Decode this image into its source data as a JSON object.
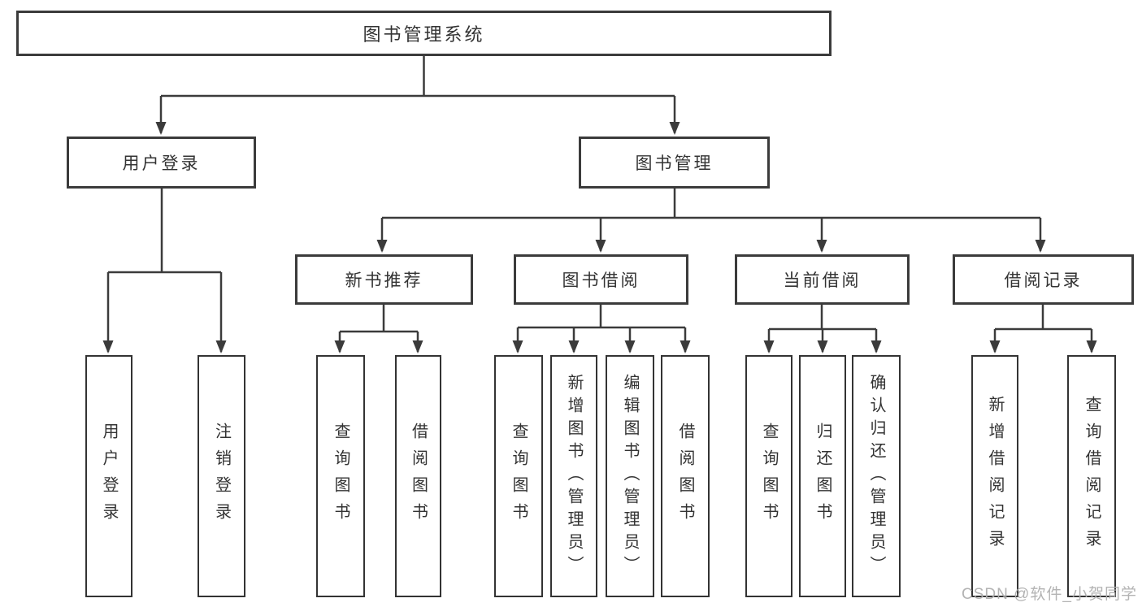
{
  "tree": {
    "root": "图书管理系统",
    "user_login": {
      "label": "用户登录",
      "children": [
        "用户登录",
        "注销登录"
      ]
    },
    "book_management": {
      "label": "图书管理",
      "children": {
        "new_book_recommend": {
          "label": "新书推荐",
          "children": [
            "查询图书",
            "借阅图书"
          ]
        },
        "book_borrow": {
          "label": "图书借阅",
          "children": [
            "查询图书",
            "新增图书（管理员）",
            "编辑图书（管理员）",
            "借阅图书"
          ]
        },
        "current_borrow": {
          "label": "当前借阅",
          "children": [
            "查询图书",
            "归还图书",
            "确认归还（管理员）"
          ]
        },
        "borrow_record": {
          "label": "借阅记录",
          "children": [
            "新增借阅记录",
            "查询借阅记录"
          ]
        }
      }
    }
  },
  "colors": {
    "line": "#3b3b3b",
    "border": "#333333",
    "text": "#333333",
    "watermark": "#afafaf",
    "background": "#ffffff"
  },
  "watermark": "CSDN @软件_小贺同学"
}
